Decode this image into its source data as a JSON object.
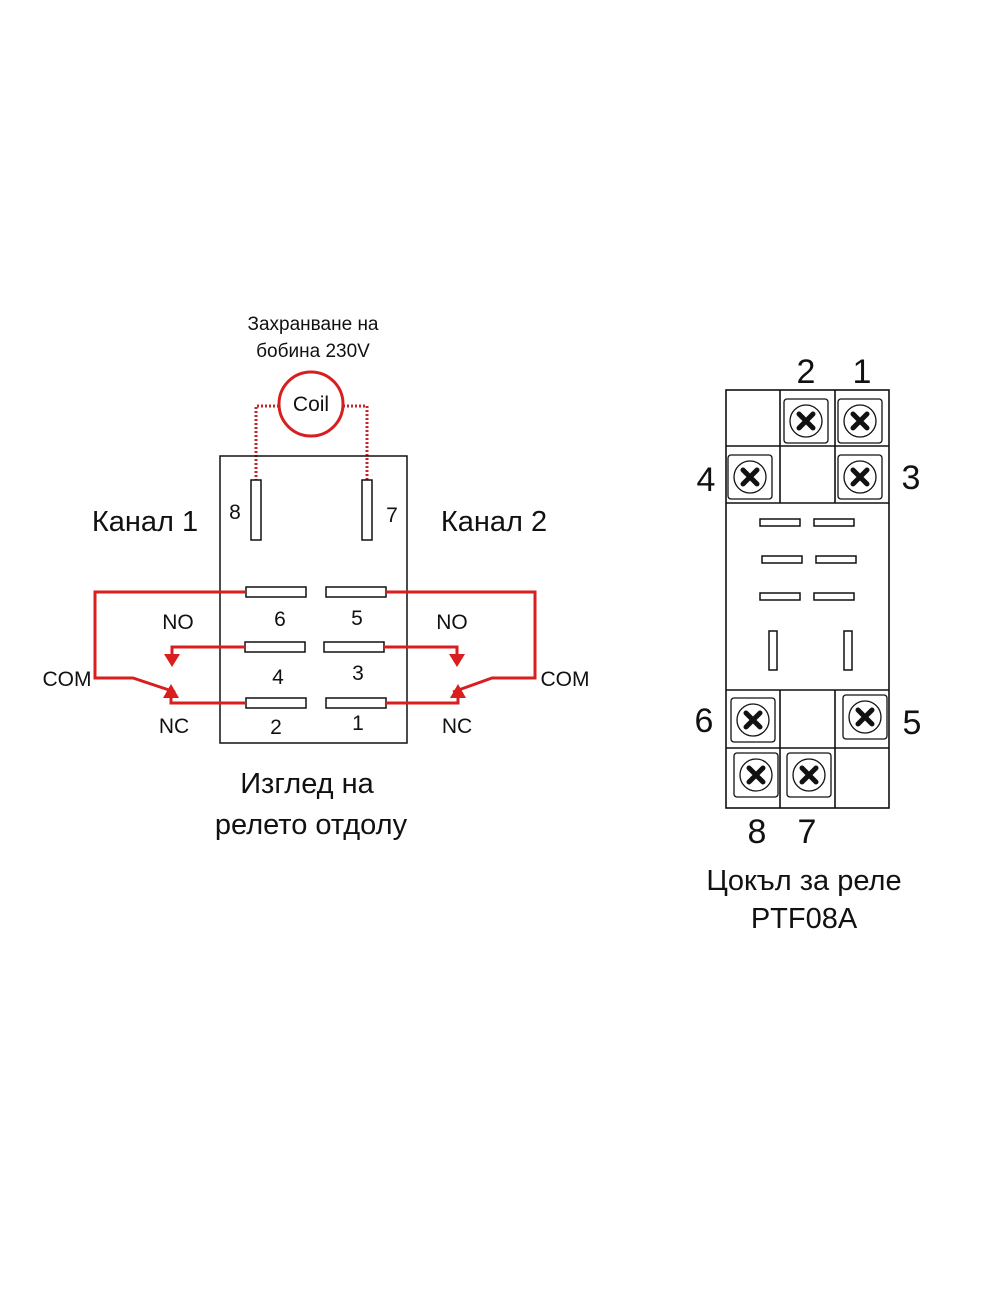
{
  "relay_bottom_view": {
    "coil_supply_line1": "Захранване на",
    "coil_supply_line2": "бобина 230V",
    "coil_label": "Coil",
    "channel1": "Канал 1",
    "channel2": "Канал 2",
    "pins": {
      "p1": "1",
      "p2": "2",
      "p3": "3",
      "p4": "4",
      "p5": "5",
      "p6": "6",
      "p7": "7",
      "p8": "8"
    },
    "no_left": "NO",
    "no_right": "NO",
    "com_left": "COM",
    "com_right": "COM",
    "nc_left": "NC",
    "nc_right": "NC",
    "caption_line1": "Изглед на",
    "caption_line2": "релето отдолу"
  },
  "socket": {
    "terminals": {
      "t1": "1",
      "t2": "2",
      "t3": "3",
      "t4": "4",
      "t5": "5",
      "t6": "6",
      "t7": "7",
      "t8": "8"
    },
    "caption_line1": "Цокъл за реле",
    "caption_line2": "PTF08A"
  },
  "colors": {
    "wire": "#d81e1e",
    "outline": "#111111"
  }
}
